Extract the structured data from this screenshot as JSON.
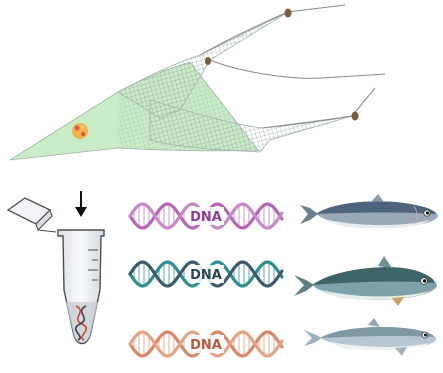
{
  "helices": [
    {
      "label": "DNA",
      "strand_a": "#b565b5",
      "strand_b": "#c58ac5",
      "rung": "#d6a8d6",
      "text_color": "#8e3d8e"
    },
    {
      "label": "DNA",
      "strand_a": "#2f8c8f",
      "strand_b": "#3d5a6b",
      "rung": "#7fb7b9",
      "text_color": "#26494f"
    },
    {
      "label": "DNA",
      "strand_a": "#d8876a",
      "strand_b": "#e3a486",
      "rung": "#eabba4",
      "text_color": "#b55a3c"
    }
  ],
  "fish": [
    {
      "species_icon": "sardine-icon",
      "body": "#9aa9b8",
      "back": "#4e647c",
      "belly": "#e7ecef"
    },
    {
      "species_icon": "mackerel-icon",
      "body": "#7fa1ab",
      "back": "#3e6468",
      "belly": "#e6ece6"
    },
    {
      "species_icon": "anchovy-icon",
      "body": "#b6c7cf",
      "back": "#7f98a6",
      "belly": "#eef2f3"
    }
  ],
  "colors": {
    "net_fill": "#c8ecc6",
    "net_mesh": "#9fb3a8",
    "net_rope": "#8a8a8a",
    "float": "#7a5a3a",
    "tube_fill": "#eef1f3",
    "tube_stroke": "#4a4f55",
    "sample_dot": "#f1a63a",
    "arrow": "#111111"
  }
}
